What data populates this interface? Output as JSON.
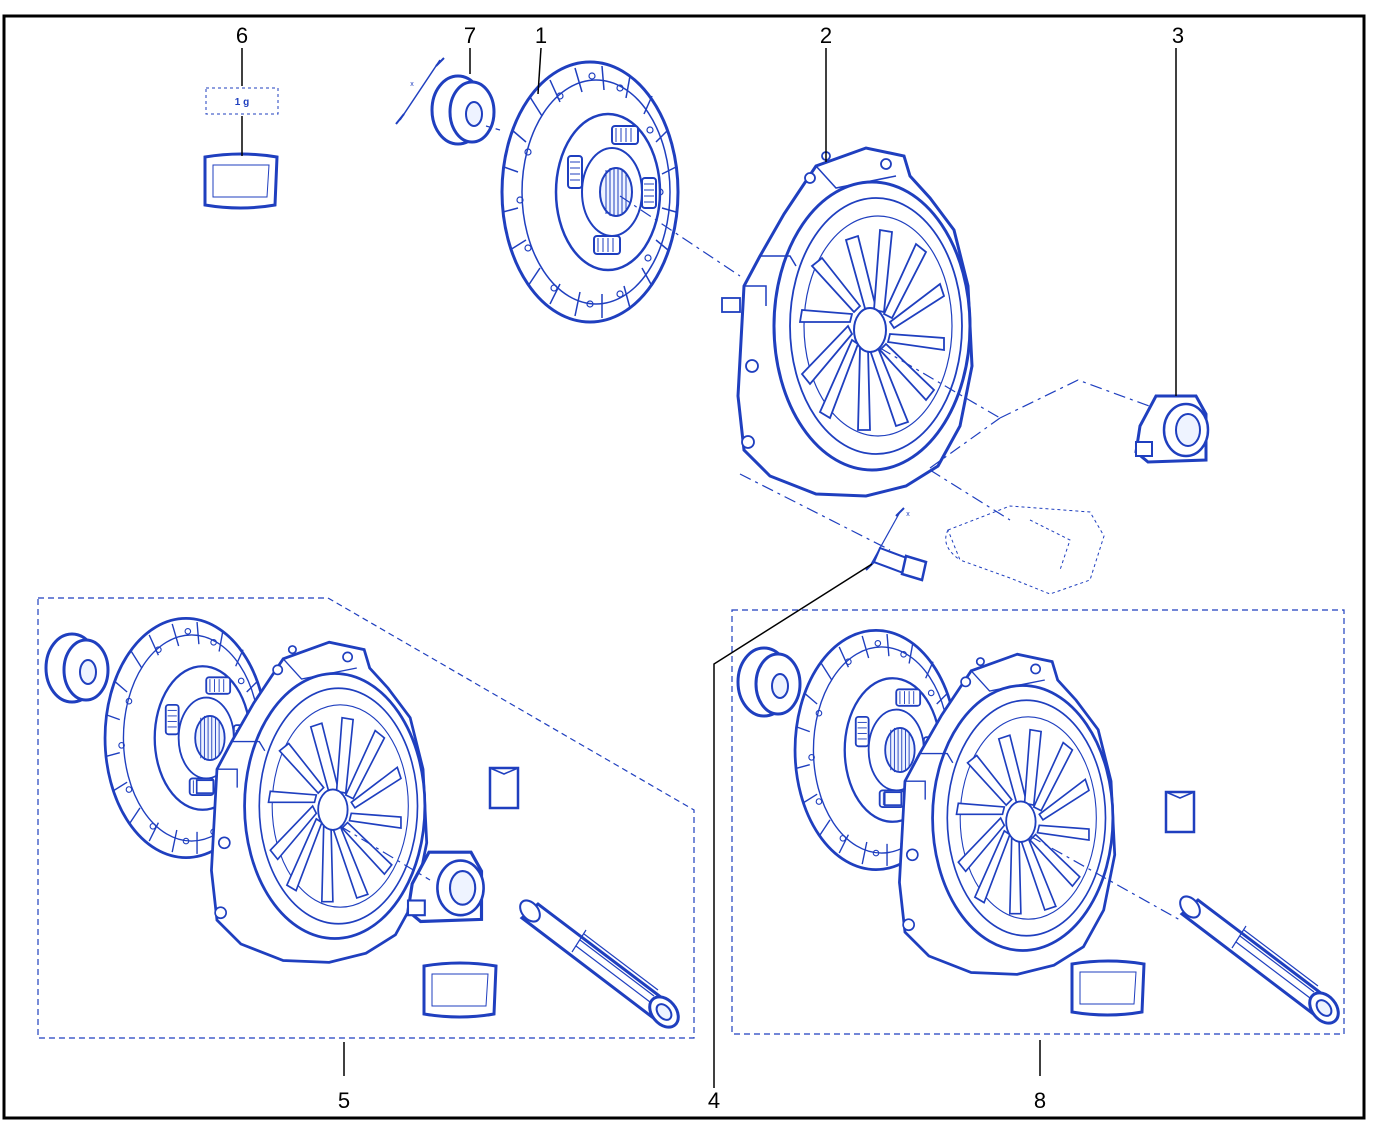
{
  "diagram": {
    "colors": {
      "line": "#1f3fbf",
      "fill": "#eef3ff",
      "leader": "#000000",
      "border": "#000000"
    },
    "callouts": [
      {
        "id": "1",
        "label": "1",
        "part": "clutch-disc"
      },
      {
        "id": "2",
        "label": "2",
        "part": "pressure-plate"
      },
      {
        "id": "3",
        "label": "3",
        "part": "release-bearing"
      },
      {
        "id": "4",
        "label": "4",
        "part": "bolt"
      },
      {
        "id": "5",
        "label": "5",
        "part": "clutch-kit-with-bearing"
      },
      {
        "id": "6",
        "label": "6",
        "part": "grease-sachet"
      },
      {
        "id": "7",
        "label": "7",
        "part": "pilot-bearing"
      },
      {
        "id": "8",
        "label": "8",
        "part": "clutch-kit"
      }
    ],
    "grease_amount": "1 g",
    "dimension_mark": "x"
  }
}
